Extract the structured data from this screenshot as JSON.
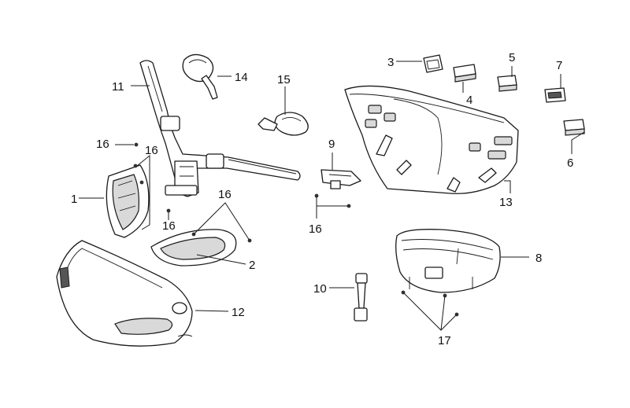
{
  "diagram": {
    "callouts": {
      "c1": "1",
      "c2": "2",
      "c3": "3",
      "c4": "4",
      "c5": "5",
      "c6": "6",
      "c7": "7",
      "c8": "8",
      "c9": "9",
      "c10": "10",
      "c11": "11",
      "c12": "12",
      "c13": "13",
      "c14": "14",
      "c15": "15",
      "c16a": "16",
      "c16b": "16",
      "c16c": "16",
      "c16d": "16",
      "c16e": "16",
      "c17": "17"
    }
  },
  "colors": {
    "line": "#1a1a1a",
    "fill": "#ffffff",
    "shade": "#d9d9d9"
  }
}
